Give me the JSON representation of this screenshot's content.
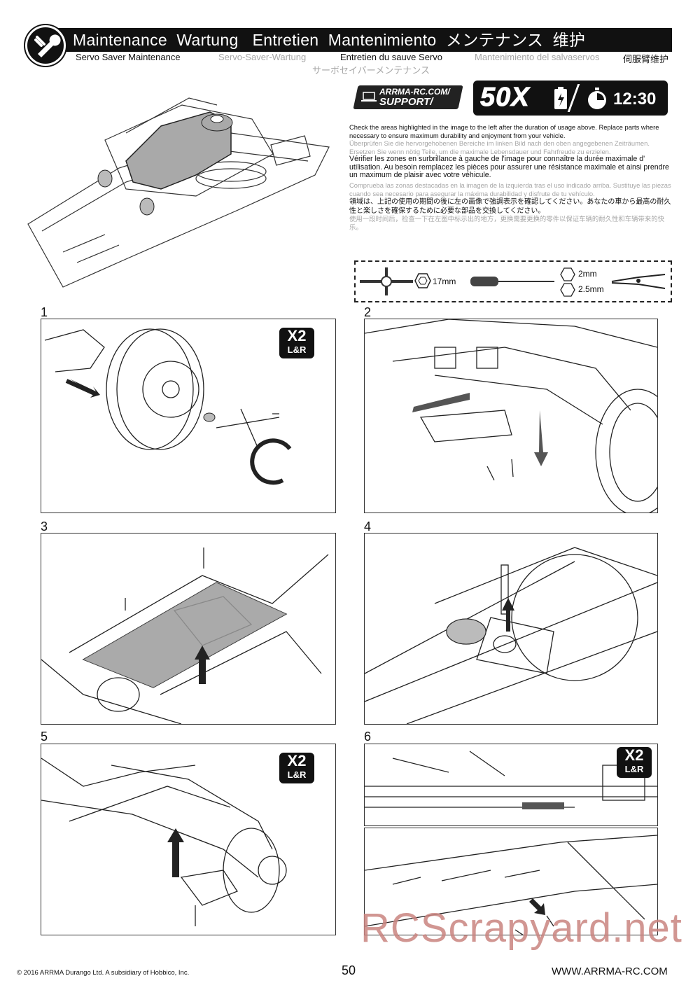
{
  "header": {
    "title": "Maintenance  Wartung   Entretien  Mantenimiento  メンテナンス  维护",
    "subtitles": {
      "en": "Servo Saver Maintenance",
      "de": "Servo-Saver-Wartung",
      "fr": "Entretien du sauve Servo",
      "es": "Mantenimiento del salvaservos",
      "zh": "伺服臂维护",
      "ja": "サーボセイバーメンテナンス"
    }
  },
  "badges": {
    "support_line1": "ARRMA-RC.COM/",
    "support_line2": "SUPPORT/",
    "runs": "50X",
    "time": "12:30"
  },
  "instructions": {
    "en": "Check the areas highlighted in the image to the left after the duration of usage above. Replace parts where necessary to ensure maximum durability and enjoyment from your vehicle.",
    "de": "Überprüfen Sie die hervorgehobenen Bereiche im linken Bild nach den oben angegebenen Zeiträumen. Ersetzen Sie wenn nötig Teile, um die maximale Lebensdauer und Fahrfreude zu erzielen.",
    "fr": "Vérifier les zones en surbrillance à gauche de l'image pour connaître la durée maximale d' utilisation. Au besoin remplacez les pièces pour assurer une résistance maximale et ainsi prendre un maximum de plaisir avec votre véhicule.",
    "es": "Comprueba las zonas destacadas en la imagen de la izquierda tras el uso indicado arriba. Sustituye las piezas cuando sea necesario para asegurar la máxima durabilidad y disfrute de tu vehículo.",
    "ja": "領域は、上記の使用の期間の後に左の画像で強調表示を確認してください。あなたの車から最高の耐久性と楽しさを確保するために必要な部品を交換してください。",
    "zh": "使用一段时间后，检查一下在左图中标示出的地方，更换需要更换的零件以保证车辆的耐久性和车辆带来的快乐。"
  },
  "tools": {
    "wrench_size": "17mm",
    "hex1": "2mm",
    "hex2": "2.5mm"
  },
  "steps": [
    {
      "number": "1",
      "badge_top": "X2",
      "badge_bottom": "L&R"
    },
    {
      "number": "2"
    },
    {
      "number": "3"
    },
    {
      "number": "4"
    },
    {
      "number": "5",
      "badge_top": "X2",
      "badge_bottom": "L&R"
    },
    {
      "number": "6",
      "badge_top": "X2",
      "badge_bottom": "L&R"
    }
  ],
  "footer": {
    "copyright": "© 2016 ARRMA Durango Ltd. A subsidiary of Hobbico, Inc.",
    "page": "50",
    "url": "WWW.ARRMA-RC.COM"
  },
  "watermark": "RCScrapyard.net"
}
